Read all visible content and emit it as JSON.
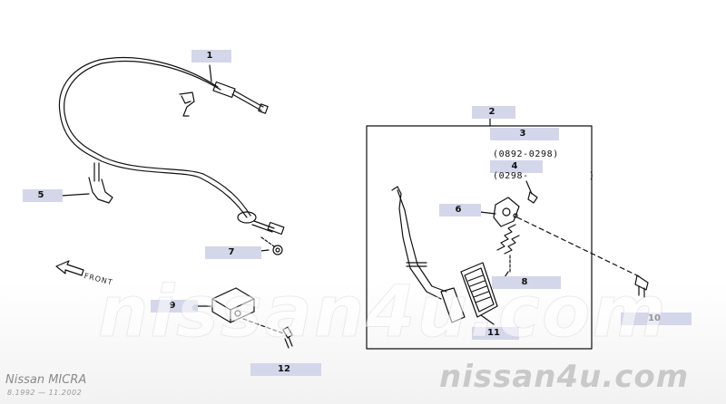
{
  "diagram": {
    "callouts": [
      {
        "id": "1",
        "label": "1"
      },
      {
        "id": "2",
        "label": "2"
      },
      {
        "id": "3",
        "label": "3"
      },
      {
        "id": "4",
        "label": "4"
      },
      {
        "id": "5",
        "label": "5"
      },
      {
        "id": "6",
        "label": "6"
      },
      {
        "id": "7",
        "label": "7"
      },
      {
        "id": "8",
        "label": "8"
      },
      {
        "id": "9",
        "label": "9"
      },
      {
        "id": "10",
        "label": "10"
      },
      {
        "id": "11",
        "label": "11"
      },
      {
        "id": "12",
        "label": "12"
      }
    ],
    "date_range_3": "(0892-0298)",
    "date_range_4": "(0298-          )",
    "front_label": "FRONT"
  },
  "footer": {
    "model": "Nissan MICRA",
    "years": "8.1992 — 11.2002",
    "watermark": "nissan4u.com",
    "watermark_small": "nissan4u.com"
  },
  "colors": {
    "line": "#111111",
    "label_bg": "#d4d6ea",
    "watermark": "#c9c9c9"
  }
}
